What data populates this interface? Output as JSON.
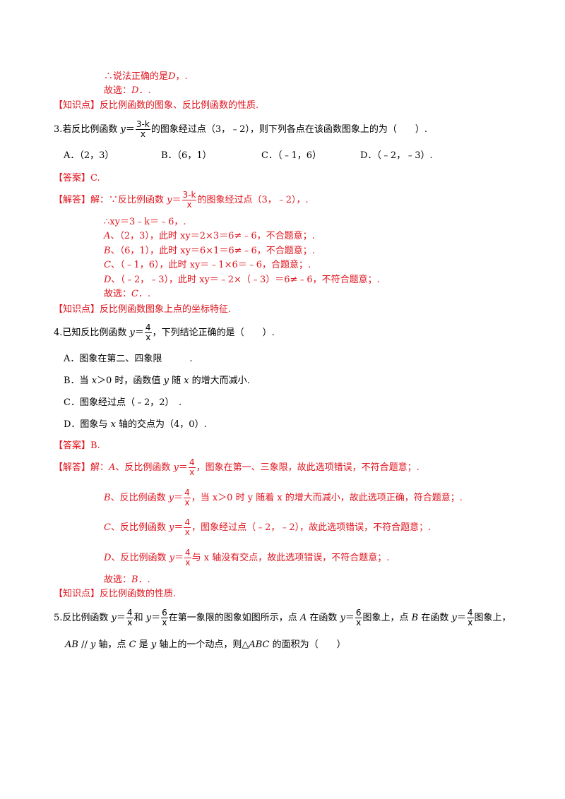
{
  "prev": {
    "therefore": "∴说法正确的是",
    "therefore_var": "D",
    "therefore_tail": "，.",
    "choose": "故选：",
    "choose_var": "D",
    "choose_tail": "．.",
    "kp_tag": "【知识点】",
    "kp_text": "反比例函数的图象、反比例函数的性质."
  },
  "q3": {
    "stem_pre": "3.若反比例函数 ",
    "y": "y",
    "eq": "＝",
    "frac_num": "3-k",
    "frac_den": "x",
    "stem_post": "的图象经过点（3，﹣2），则下列各点在该函数图象上的为（　　）.",
    "options": [
      "A．（2，3）",
      "B．（6，1）",
      "C．（﹣1，6）",
      "D．（﹣2，﹣3）."
    ],
    "answer_tag": "【答案】",
    "answer": "C.",
    "sol_tag": "【解答】",
    "sol_pre": "解：∵反比例函数 ",
    "sol_post": "的图象经过点（3，﹣2），.",
    "lines": [
      {
        "v": "",
        "t": "∴xy＝3﹣k＝﹣6，."
      },
      {
        "v": "A",
        "t": "、（2，3），此时 xy＝2×3＝6≠﹣6，不合题意；."
      },
      {
        "v": "B",
        "t": "、（6，1），此时 xy＝6×1＝6≠﹣6，不合题意；."
      },
      {
        "v": "C",
        "t": "、（﹣1，6），此时 xy＝﹣1×6＝﹣6，合题意；."
      },
      {
        "v": "D",
        "t": "、（﹣2，﹣3），此时 xy＝﹣2×（﹣3）＝6≠﹣6，不符合题意；."
      }
    ],
    "choose": "故选：",
    "choose_var": "C",
    "choose_tail": "．.",
    "kp_tag": "【知识点】",
    "kp_text": "反比例函数图象上点的坐标特征."
  },
  "q4": {
    "stem_pre": "4.已知反比例函数 ",
    "y": "y",
    "eq": "＝",
    "frac_num": "4",
    "frac_den": "x",
    "stem_post": "，下列结论正确的是（　　）.",
    "opt_a": "A．图象在第二、四象限　　　.",
    "opt_b_pre": "B．当 ",
    "opt_b_x": "x",
    "opt_b_mid": "＞0 时，函数值 ",
    "opt_b_y": "y",
    "opt_b_mid2": " 随 ",
    "opt_b_x2": "x",
    "opt_b_post": " 的增大而减小.",
    "opt_c": "C．图象经过点（﹣2，2）　.",
    "opt_d_pre": "D．图象与 ",
    "opt_d_x": "x",
    "opt_d_post": " 轴的交点为（4，0）.",
    "answer_tag": "【答案】",
    "answer": "B.",
    "sol_tag": "【解答】",
    "sol_a_pre": "解：",
    "sol_a_var": "A",
    "sol_a_mid": "、反比例函数 ",
    "sol_a_post": "，图象在第一、三象限，故此选项错误，不符合题意；.",
    "sol_b_var": "B",
    "sol_b_mid": "、反比例函数 ",
    "sol_b_post": "，当 x＞0 时 y 随着 x 的增大而减小，故此选项正确，符合题意；.",
    "sol_c_var": "C",
    "sol_c_mid": "、反比例函数 ",
    "sol_c_post": "，图象经过点（﹣2，﹣2），故此选项错误，不符合题意；.",
    "sol_d_var": "D",
    "sol_d_mid": "、反比例函数 ",
    "sol_d_post": "与 x 轴没有交点，故此选项错误，不符合题意；.",
    "choose": "故选：",
    "choose_var": "B",
    "choose_tail": "．.",
    "kp_tag": "【知识点】",
    "kp_text": "反比例函数的性质."
  },
  "q5": {
    "stem_pre": "5.反比例函数 ",
    "f1_num": "4",
    "f1_den": "x",
    "and": "和 ",
    "f2_num": "6",
    "f2_den": "x",
    "mid1": "在第一象限的图象如图所示，点 ",
    "A": "A",
    "mid2": " 在函数 ",
    "f3_num": "6",
    "f3_den": "x",
    "mid3": "图象上，点 ",
    "B": "B",
    "mid4": " 在函数 ",
    "f4_num": "4",
    "f4_den": "x",
    "mid5": "图象上，",
    "l2_ab": "AB",
    "l2_a": " // ",
    "l2_y": "y",
    "l2_b": " 轴，点 ",
    "l2_c": "C",
    "l2_d": " 是 ",
    "l2_y2": "y",
    "l2_e": " 轴上的一个动点，则△",
    "l2_abc": "ABC",
    "l2_f": " 的面积为（　　）",
    "y": "y",
    "eq": "＝"
  }
}
